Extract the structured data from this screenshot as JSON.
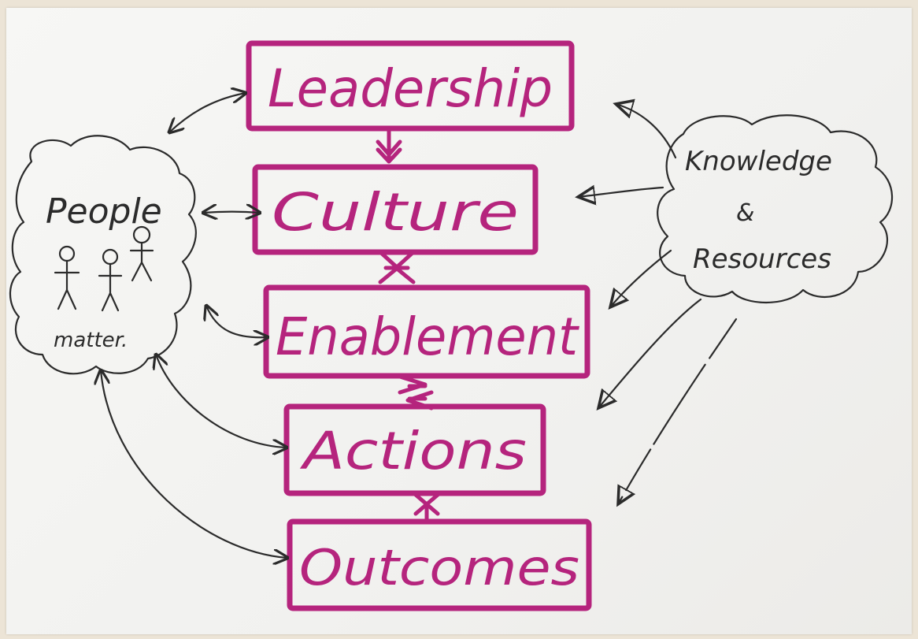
{
  "colors": {
    "magenta_ink": "#b5247d",
    "black_ink": "#2b2b2b"
  },
  "chain": [
    {
      "label": "Leadership"
    },
    {
      "label": "Culture"
    },
    {
      "label": "Enablement"
    },
    {
      "label": "Actions"
    },
    {
      "label": "Outcomes"
    }
  ],
  "people_cloud": {
    "title": "People",
    "caption": "matter.",
    "figures_icon": "stick-figures-icon"
  },
  "knowledge_cloud": {
    "line1": "Knowledge",
    "line2": "&",
    "line3": "Resources"
  }
}
